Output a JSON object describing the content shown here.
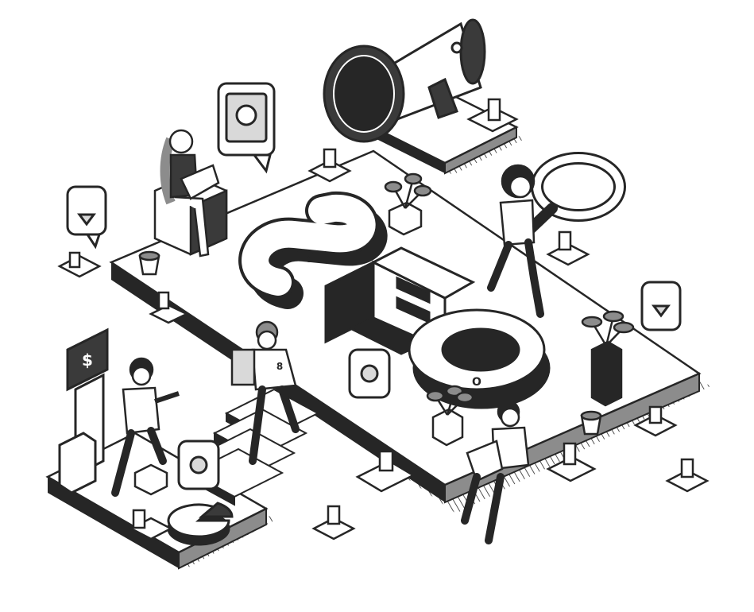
{
  "illustration": {
    "headline_letters": [
      "S",
      "E",
      "O"
    ],
    "monitor_symbol": "$",
    "jersey_number": "8"
  },
  "palette": {
    "ink": "#262626",
    "dark": "#3a3a3a",
    "mid": "#8c8c8c",
    "light": "#d9d9d9",
    "paper": "#ffffff"
  },
  "icons": [
    "megaphone-icon",
    "magnifier-icon",
    "dollar-monitor-icon",
    "pie-chart-icon",
    "speech-bubble-icon",
    "plant-icon",
    "trash-bin-icon"
  ]
}
